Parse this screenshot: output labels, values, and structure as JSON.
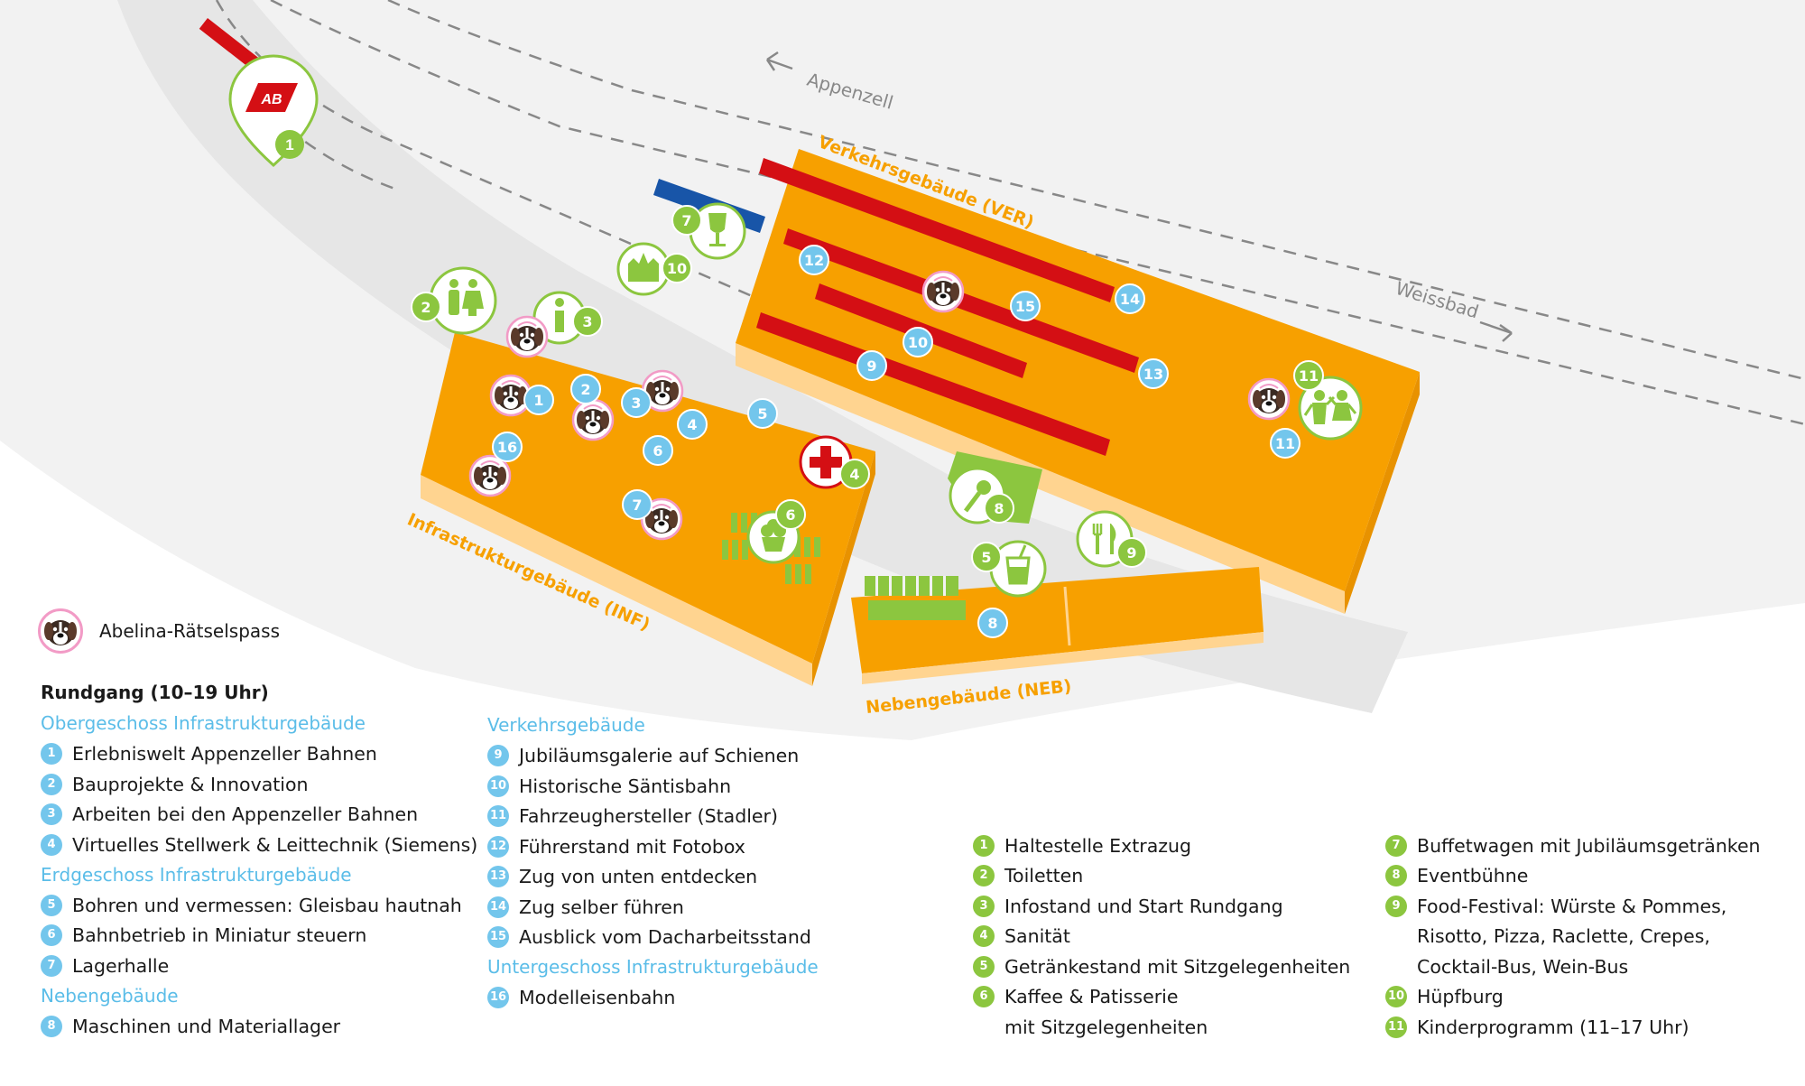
{
  "map": {
    "directions": {
      "left": "Appenzell",
      "right": "Weissbad"
    },
    "buildings": {
      "ver": "Verkehrsgebäude (VER)",
      "inf": "Infrastrukturgebäude (INF)",
      "neb": "Nebengebäude (NEB)"
    },
    "station_logo_text": "AB",
    "colors": {
      "building": "#f7a000",
      "building_side": "#ffd490",
      "tracks": "#d40f14",
      "blue_marker": "#73c6ec",
      "green_marker": "#8cc63f",
      "road": "#ebebeb",
      "sanitaet": "#d40f14"
    },
    "tour_markers": [
      "1",
      "2",
      "3",
      "4",
      "5",
      "6",
      "7",
      "8",
      "9",
      "10",
      "11",
      "12",
      "13",
      "14",
      "15",
      "16"
    ],
    "facility_markers": [
      "1",
      "2",
      "3",
      "4",
      "5",
      "6",
      "7",
      "8",
      "9",
      "10",
      "11"
    ]
  },
  "legend": {
    "pass_label": "Abelina-Rätselspass",
    "tour_title": "Rundgang (10–19 Uhr)",
    "col1": [
      {
        "type": "head",
        "text": "Obergeschoss Infrastrukturgebäude"
      },
      {
        "type": "item",
        "num": "1",
        "text": "Erlebniswelt Appenzeller Bahnen"
      },
      {
        "type": "item",
        "num": "2",
        "text": "Bauprojekte & Innovation"
      },
      {
        "type": "item",
        "num": "3",
        "text": "Arbeiten bei den Appenzeller Bahnen"
      },
      {
        "type": "item",
        "num": "4",
        "text": "Virtuelles Stellwerk & Leittechnik (Siemens)"
      },
      {
        "type": "head",
        "text": "Erdgeschoss Infrastrukturgebäude"
      },
      {
        "type": "item",
        "num": "5",
        "text": "Bohren und vermessen: Gleisbau hautnah"
      },
      {
        "type": "item",
        "num": "6",
        "text": "Bahnbetrieb in Miniatur steuern"
      },
      {
        "type": "item",
        "num": "7",
        "text": "Lagerhalle"
      },
      {
        "type": "head",
        "text": "Nebengebäude"
      },
      {
        "type": "item",
        "num": "8",
        "text": "Maschinen und Materiallager"
      }
    ],
    "col2": [
      {
        "type": "head",
        "text": "Verkehrsgebäude"
      },
      {
        "type": "item",
        "num": "9",
        "text": "Jubiläumsgalerie auf Schienen"
      },
      {
        "type": "item",
        "num": "10",
        "text": "Historische Säntisbahn"
      },
      {
        "type": "item",
        "num": "11",
        "text": "Fahrzeughersteller (Stadler)"
      },
      {
        "type": "item",
        "num": "12",
        "text": "Führerstand mit Fotobox"
      },
      {
        "type": "item",
        "num": "13",
        "text": "Zug von unten entdecken"
      },
      {
        "type": "item",
        "num": "14",
        "text": "Zug selber führen"
      },
      {
        "type": "item",
        "num": "15",
        "text": "Ausblick vom Dacharbeitsstand"
      },
      {
        "type": "head",
        "text": "Untergeschoss Infrastrukturgebäude"
      },
      {
        "type": "item",
        "num": "16",
        "text": "Modelleisenbahn"
      }
    ],
    "col3": [
      {
        "type": "item",
        "num": "1",
        "text": "Haltestelle Extrazug"
      },
      {
        "type": "item",
        "num": "2",
        "text": "Toiletten"
      },
      {
        "type": "item",
        "num": "3",
        "text": "Infostand und Start Rundgang"
      },
      {
        "type": "item",
        "num": "4",
        "text": "Sanität"
      },
      {
        "type": "item",
        "num": "5",
        "text": "Getränkestand mit Sitzgelegenheiten"
      },
      {
        "type": "item",
        "num": "6",
        "text": "Kaffee & Patisserie"
      },
      {
        "type": "cont",
        "text": "mit Sitzgelegenheiten"
      }
    ],
    "col4": [
      {
        "type": "item",
        "num": "7",
        "text": "Buffetwagen mit Jubiläumsgetränken"
      },
      {
        "type": "item",
        "num": "8",
        "text": "Eventbühne"
      },
      {
        "type": "item",
        "num": "9",
        "text": "Food-Festival: Würste & Pommes,"
      },
      {
        "type": "cont",
        "text": "Risotto, Pizza, Raclette, Crepes,"
      },
      {
        "type": "cont",
        "text": "Cocktail-Bus, Wein-Bus"
      },
      {
        "type": "item",
        "num": "10",
        "text": "Hüpfburg"
      },
      {
        "type": "item",
        "num": "11",
        "text": "Kinderprogramm (11–17 Uhr)"
      }
    ]
  }
}
